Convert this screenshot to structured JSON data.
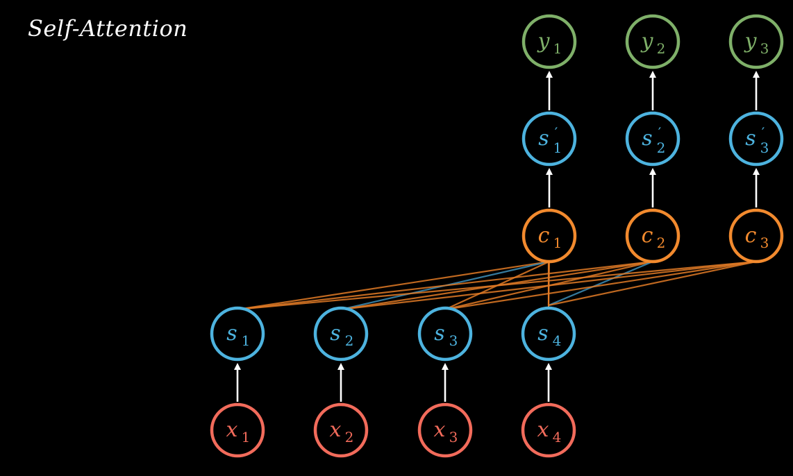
{
  "title": "Self-Attention",
  "colors": {
    "background": "#000000",
    "input": "#F26B5B",
    "state": "#4DB3DF",
    "context": "#F28A2E",
    "output": "#7FB069",
    "arrow": "#FFFFFF",
    "edge_orange": "#E07A26",
    "edge_blue": "#3E8FB8"
  },
  "rows": {
    "outputs": [
      {
        "base": "y",
        "sub": "1",
        "prime": false
      },
      {
        "base": "y",
        "sub": "2",
        "prime": false
      },
      {
        "base": "y",
        "sub": "3",
        "prime": false
      }
    ],
    "decoder_states": [
      {
        "base": "s",
        "sub": "1",
        "prime": true
      },
      {
        "base": "s",
        "sub": "2",
        "prime": true
      },
      {
        "base": "s",
        "sub": "3",
        "prime": true
      }
    ],
    "contexts": [
      {
        "base": "c",
        "sub": "1",
        "prime": false
      },
      {
        "base": "c",
        "sub": "2",
        "prime": false
      },
      {
        "base": "c",
        "sub": "3",
        "prime": false
      }
    ],
    "encoder_states": [
      {
        "base": "s",
        "sub": "1",
        "prime": false
      },
      {
        "base": "s",
        "sub": "2",
        "prime": false
      },
      {
        "base": "s",
        "sub": "3",
        "prime": false
      },
      {
        "base": "s",
        "sub": "4",
        "prime": false
      }
    ],
    "inputs": [
      {
        "base": "x",
        "sub": "1",
        "prime": false
      },
      {
        "base": "x",
        "sub": "2",
        "prime": false
      },
      {
        "base": "x",
        "sub": "3",
        "prime": false
      },
      {
        "base": "x",
        "sub": "4",
        "prime": false
      }
    ]
  }
}
